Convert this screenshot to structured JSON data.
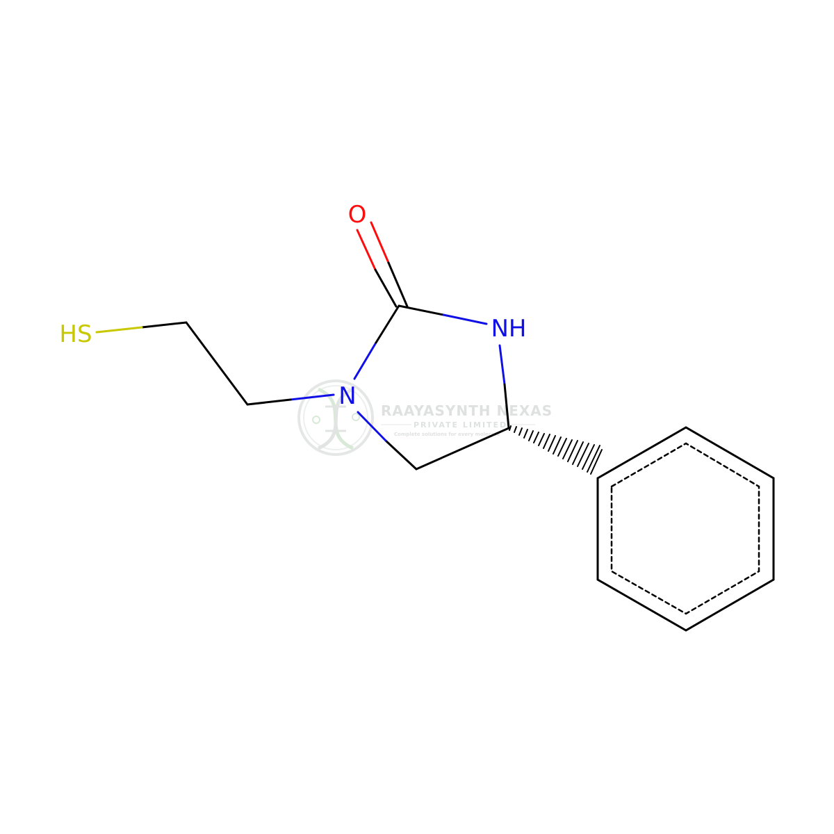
{
  "molecule": {
    "atoms": {
      "oxygen": "O",
      "nh": "NH",
      "n_ring": "N",
      "thiol": "HS"
    },
    "colors": {
      "bond": "#000000",
      "oxygen": "#ff0d0d",
      "nitrogen": "#1010e6",
      "sulfur": "#c8c800"
    }
  },
  "watermark": {
    "company": "RAAYASYNTH NEXAS",
    "subtitle": "PRIVATE LIMITED",
    "tagline": "Complete solutions for every molecule",
    "logo": "raayasynth-logo-icon",
    "color": "#cfd4d1"
  }
}
